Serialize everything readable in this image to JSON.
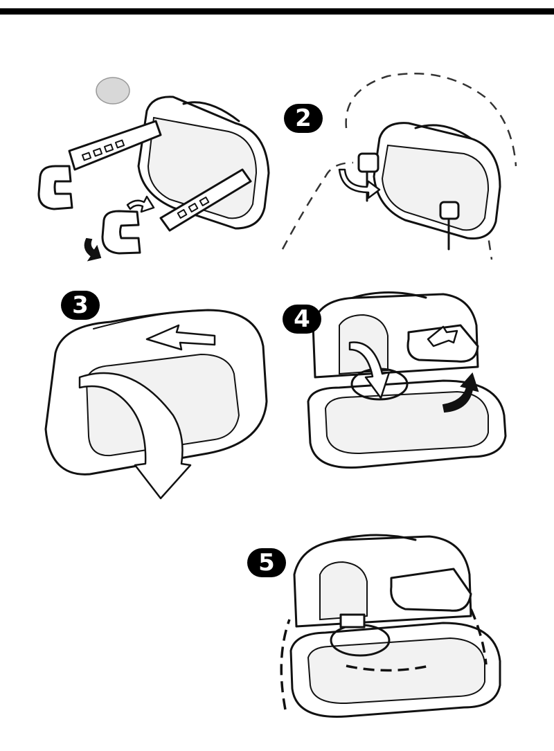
{
  "steps": [
    {
      "number": "2",
      "name": "attach-clamps-to-headrest-posts"
    },
    {
      "number": "3",
      "name": "rotate-tray-down"
    },
    {
      "number": "4",
      "name": "open-tray-and-cup-holder"
    },
    {
      "number": "5",
      "name": "tray-ready-for-use"
    }
  ],
  "colors": {
    "line": "#111111",
    "background": "#ffffff",
    "badge": "#000000"
  }
}
